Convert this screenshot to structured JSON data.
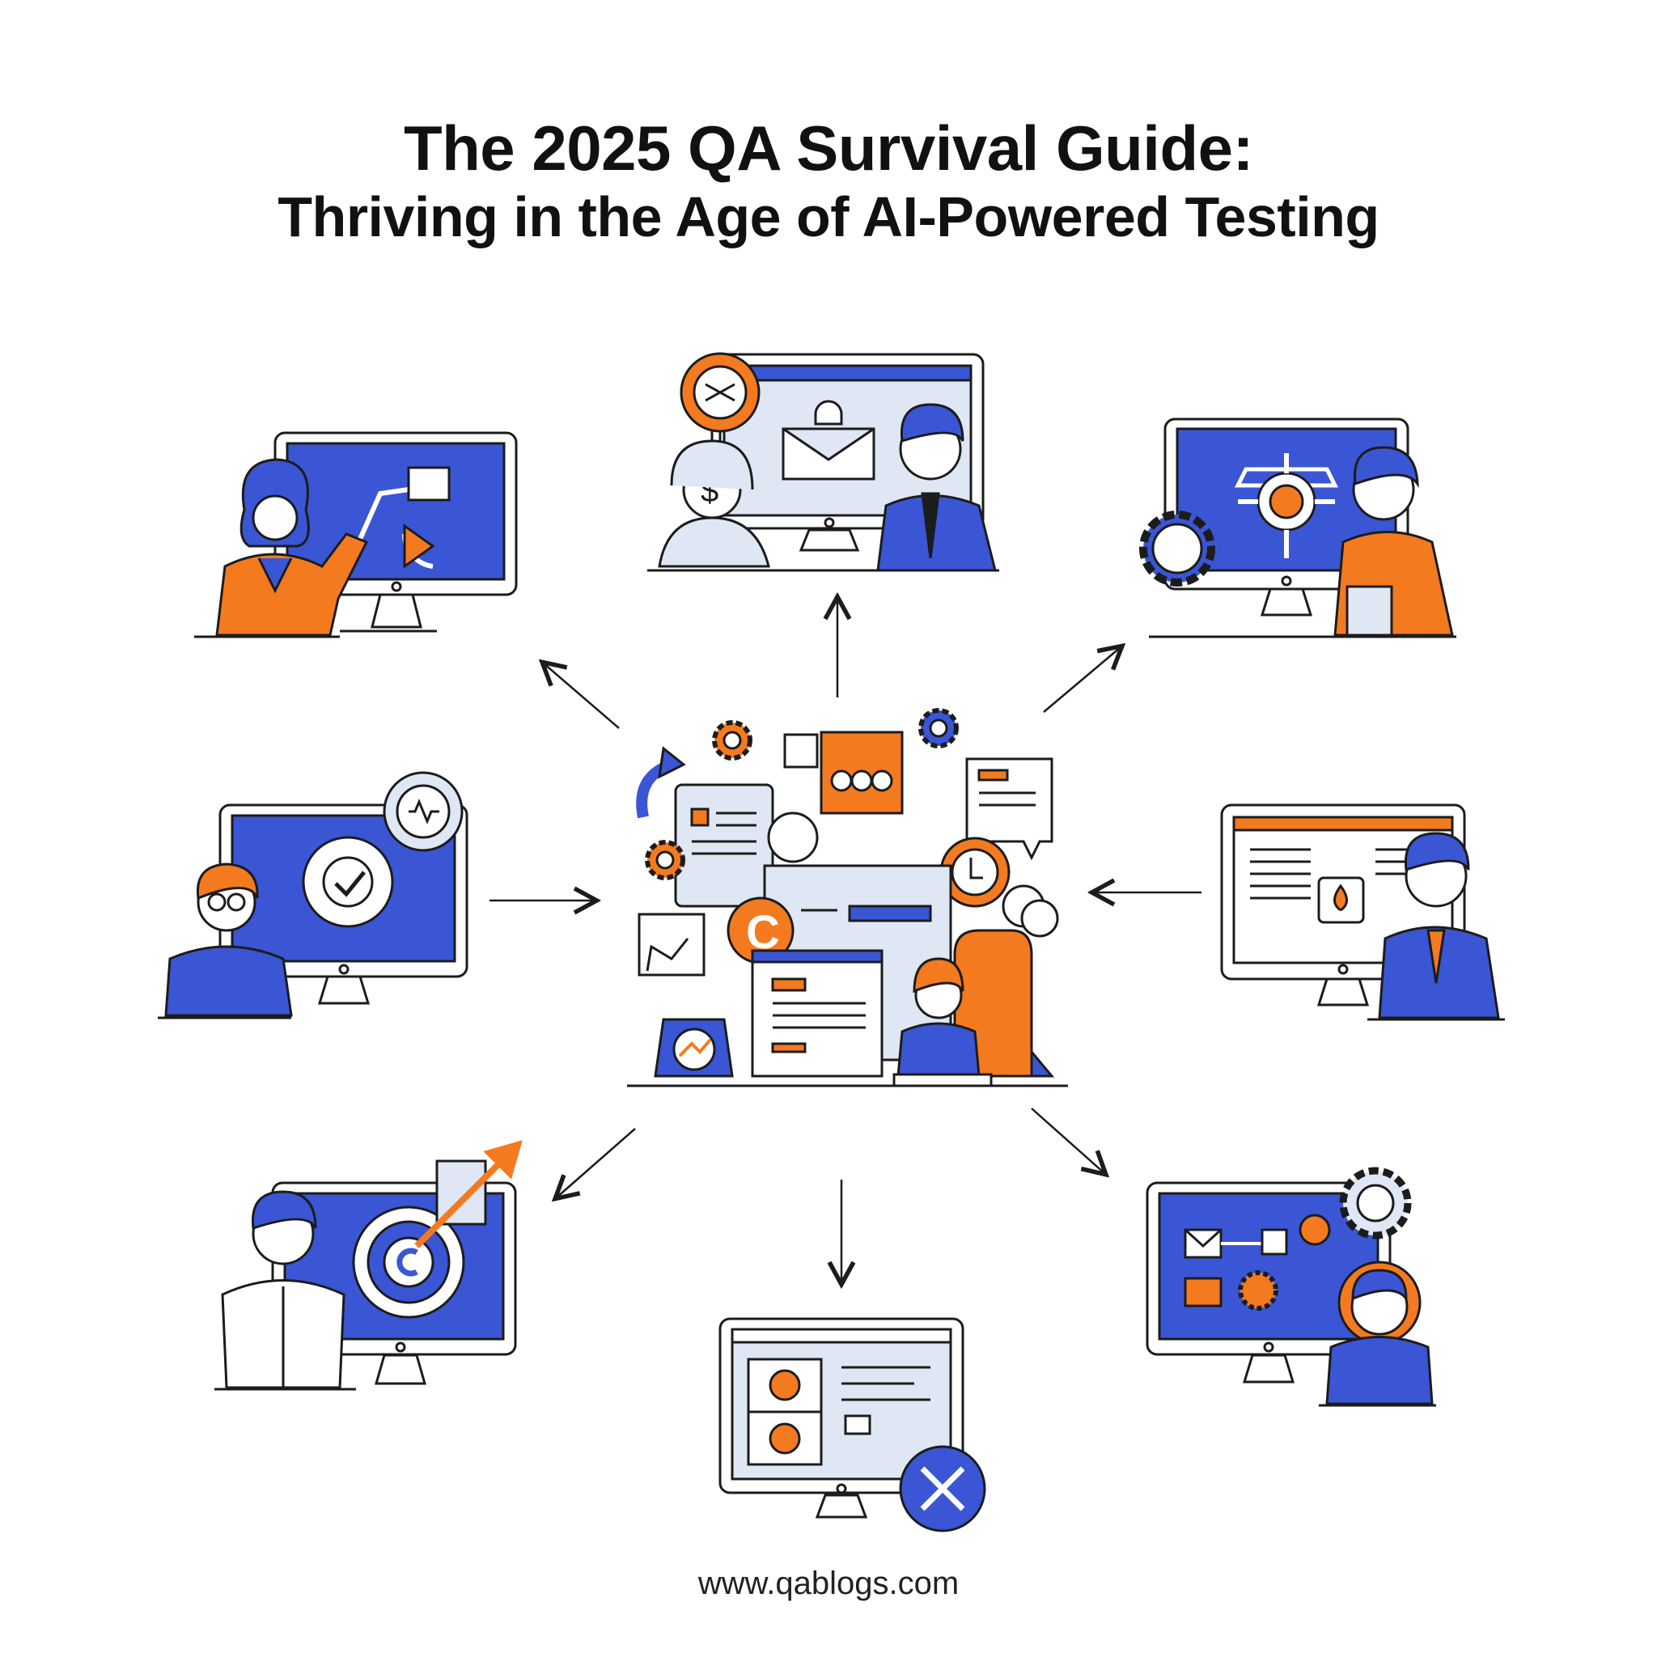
{
  "header": {
    "title": "The 2025 QA Survival Guide:",
    "subtitle": "Thriving in the Age of AI-Powered Testing"
  },
  "footer": {
    "url": "www.qablogs.com"
  },
  "colors": {
    "blue": "#3a56d4",
    "orange": "#f47a20",
    "light": "#dfe7f4",
    "ink": "#1c1c1c"
  },
  "hub": {
    "badge_letter": "C"
  },
  "nodes": [
    {
      "id": "top-left",
      "icon": "workflow-monitor-icon"
    },
    {
      "id": "top-center",
      "icon": "email-monitor-icon"
    },
    {
      "id": "top-right",
      "icon": "gear-bot-icon"
    },
    {
      "id": "middle-left",
      "icon": "check-target-icon"
    },
    {
      "id": "middle-right",
      "icon": "document-monitor-icon"
    },
    {
      "id": "bottom-left",
      "icon": "target-arrow-icon"
    },
    {
      "id": "bottom-center",
      "icon": "tools-monitor-icon"
    },
    {
      "id": "bottom-right",
      "icon": "process-flow-icon"
    }
  ]
}
